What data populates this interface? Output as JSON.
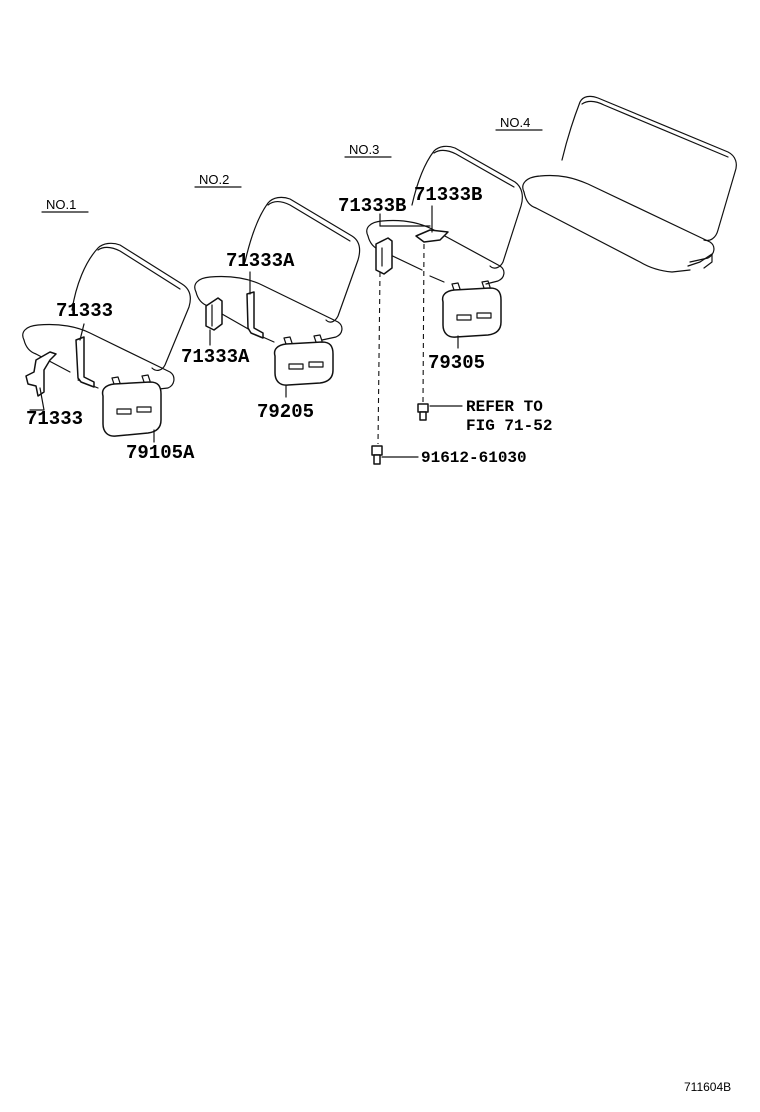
{
  "seats": {
    "no1": "NO.1",
    "no2": "NO.2",
    "no3": "NO.3",
    "no4": "NO.4"
  },
  "parts": {
    "p71333_upper": "71333",
    "p71333_lower": "71333",
    "p79105A": "79105A",
    "p71333A_upper": "71333A",
    "p71333A_lower": "71333A",
    "p79205": "79205",
    "p71333B_left": "71333B",
    "p71333B_right": "71333B",
    "p79305": "79305",
    "p91612": "91612-61030"
  },
  "notes": {
    "refer_line1": "REFER TO",
    "refer_line2": "FIG 71-52"
  },
  "figure_ref": "711604B"
}
